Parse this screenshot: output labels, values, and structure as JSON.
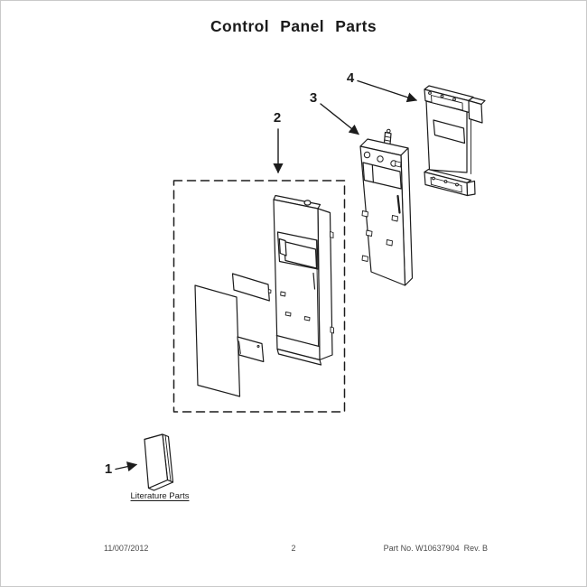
{
  "title": "Control Panel Parts",
  "diagram": {
    "callouts": {
      "c1": "1",
      "c2": "2",
      "c3": "3",
      "c4": "4"
    },
    "literature_label": "Literature Parts"
  },
  "footer": {
    "date": "11/007/2012",
    "page_number": "2",
    "part_no": "Part No. W10637904  Rev. B"
  },
  "colors": {
    "line": "#1c1c1c",
    "background": "#ffffff",
    "footer_text": "#4b4b4b"
  }
}
